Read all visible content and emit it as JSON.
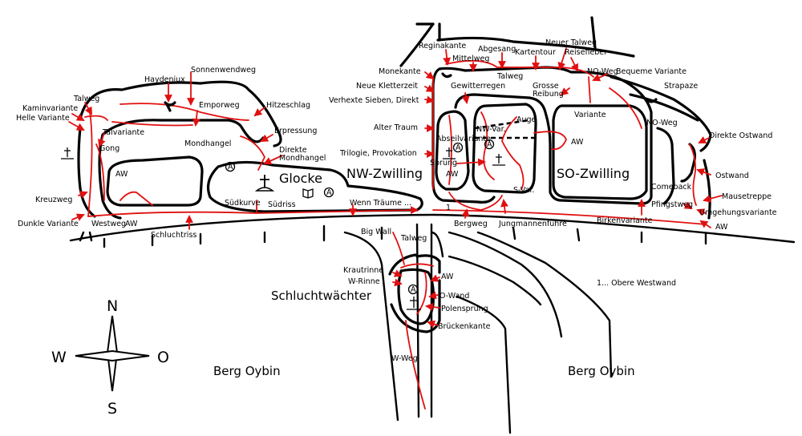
{
  "formations": {
    "glocke": "Glocke",
    "nw_zwilling": "NW-Zwilling",
    "so_zwilling": "SO-Zwilling",
    "schluchtwaechter": "Schluchtwächter"
  },
  "areas": {
    "berg_oybin_left": "Berg Oybin",
    "berg_oybin_right": "Berg Oybin"
  },
  "compass": {
    "n": "N",
    "s": "S",
    "w": "W",
    "o": "O"
  },
  "symbols": {
    "summit_book": "book-icon",
    "abseil": "A",
    "cross": "summit-cross"
  },
  "note": "1... Obere Westwand",
  "one_marker": "1",
  "routes": {
    "hayden_jux": "Haydenjux",
    "sonnenwendweg": "Sonnenwendweg",
    "talweg_west": "Talweg",
    "emporweg": "Emporweg",
    "hitzeschlag": "Hitzeschlag",
    "kaminvariante": "Kaminvariante",
    "helle_variante": "Helle Variante",
    "talvariante": "Talvariante",
    "erpressung": "Erpressung",
    "gong": "Gong",
    "mondhangel": "Mondhangel",
    "direkte_mondhangel_1": "Direkte",
    "direkte_mondhangel_2": "Mondhangel",
    "aw_glocke": "AW",
    "kreuzweg": "Kreuzweg",
    "suedkurve": "Südkurve",
    "suedriss": "Südriss",
    "dunkle_variante": "Dunkle Variante",
    "westweg": "Westweg",
    "aw_west": "AW",
    "schluchtriss": "Schluchtriss",
    "wenn_traeume": "Wenn Träume ...",
    "reginakante": "Reginakante",
    "abgesang": "Abgesang",
    "mittelweg": "Mittelweg",
    "kartentour": "Kartentour",
    "talweg_top": "Talweg",
    "neuer_talweg": "Neuer Talweg",
    "reisefieber": "Reisefieber",
    "monekante": "Monekante",
    "no_weg_top": "NO-Weg",
    "bequeme_variante": "Bequeme Variante",
    "neue_kletterzeit": "Neue Kletterzeit",
    "gewitterregen": "Gewitterregen",
    "grosse_reibung_1": "Grosse",
    "grosse_reibung_2": "Reibung",
    "strapaze": "Strapaze",
    "verhexte_sieben": "Verhexte Sieben, Direkt",
    "nw_var": "NW-Var.",
    "auge": "Auge",
    "variante": "Variante",
    "no_weg_right": "NO-Weg",
    "alter_traum": "Alter Traum",
    "abseilvariante": "Abseilvariante",
    "aw_mid": "AW",
    "direkte_ostwand": "Direkte Ostwand",
    "trilogie": "Trilogie, Provokation",
    "sprung": "Sprung",
    "aw_nw": "AW",
    "s_var": "S-Var.",
    "ostwand": "Ostwand",
    "comeback": "Comeback",
    "pfingstweg": "Pfingstweg",
    "mausetreppe": "Mausetreppe",
    "umgehungsvariante": "Umgehungsvariante",
    "aw_east": "AW",
    "bergweg": "Bergweg",
    "jungmannenfuehre": "Jungmannenführe",
    "birkenvariante": "Birkenvariante",
    "big_wall": "Big Wall",
    "talweg_sw": "Talweg",
    "krautrinne": "Krautrinne",
    "w_rinne": "W-Rinne",
    "aw_sw": "AW",
    "o_wand": "O-Wand",
    "polensprung": "Polensprung",
    "brueckenkante": "Brückenkante",
    "w_weg": "W-Weg"
  }
}
